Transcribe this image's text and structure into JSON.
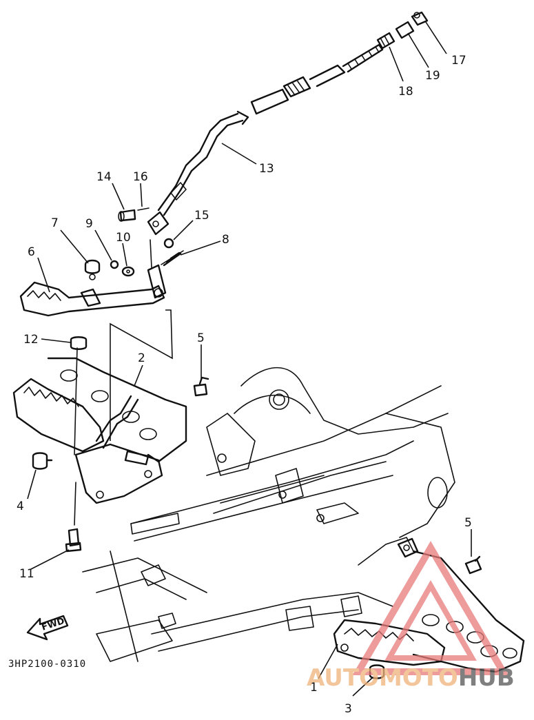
{
  "diagram": {
    "callouts": [
      {
        "id": "17",
        "label": "17"
      },
      {
        "id": "19",
        "label": "19"
      },
      {
        "id": "18",
        "label": "18"
      },
      {
        "id": "13",
        "label": "13"
      },
      {
        "id": "14",
        "label": "14"
      },
      {
        "id": "16",
        "label": "16"
      },
      {
        "id": "15",
        "label": "15"
      },
      {
        "id": "8",
        "label": "8"
      },
      {
        "id": "7",
        "label": "7"
      },
      {
        "id": "9",
        "label": "9"
      },
      {
        "id": "10",
        "label": "10"
      },
      {
        "id": "6",
        "label": "6"
      },
      {
        "id": "12",
        "label": "12"
      },
      {
        "id": "5a",
        "label": "5"
      },
      {
        "id": "2",
        "label": "2"
      },
      {
        "id": "4",
        "label": "4"
      },
      {
        "id": "11",
        "label": "11"
      },
      {
        "id": "5b",
        "label": "5"
      },
      {
        "id": "1",
        "label": "1"
      },
      {
        "id": "3",
        "label": "3"
      }
    ],
    "direction_label": "FWD",
    "drawing_code": "3HP2100-0310",
    "watermark": {
      "part1": "AUTOMOTO",
      "part2": "HUB",
      "color_part1": "#f0b27a",
      "color_part2": "#555555",
      "triangle_color": "#e87a7a"
    }
  }
}
